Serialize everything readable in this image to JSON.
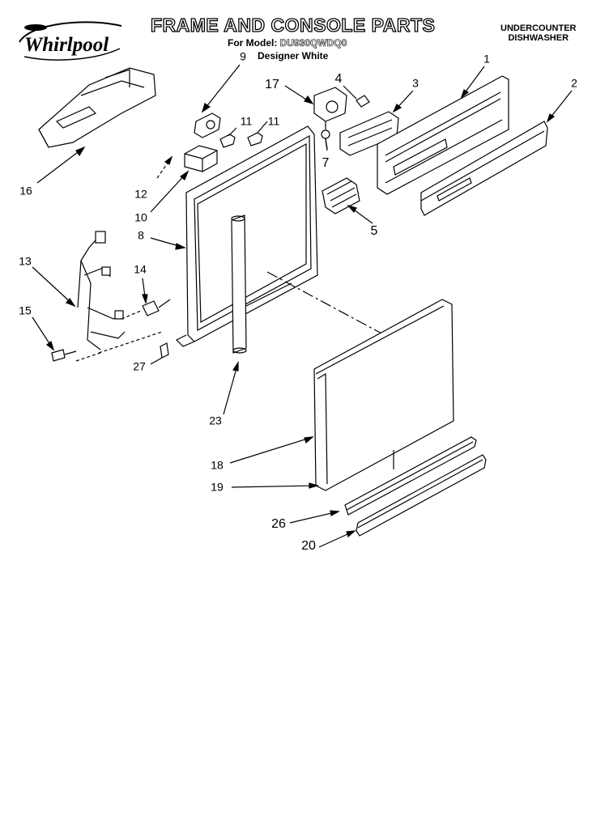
{
  "brand": {
    "name": "Whirlpool"
  },
  "header": {
    "title": "FRAME AND CONSOLE PARTS",
    "model_prefix": "For Model:",
    "model_number": "DU930QWDQ0",
    "finish": "Designer White",
    "product_line1": "UNDERCOUNTER",
    "product_line2": "DISHWASHER"
  },
  "callouts": {
    "c1": "1",
    "c2": "2",
    "c3": "3",
    "c4": "4",
    "c5": "5",
    "c7": "7",
    "c8": "8",
    "c9": "9",
    "c10": "10",
    "c11a": "11",
    "c11b": "11",
    "c12": "12",
    "c13": "13",
    "c14": "14",
    "c15": "15",
    "c16": "16",
    "c17": "17",
    "c18": "18",
    "c19": "19",
    "c20": "20",
    "c23": "23",
    "c26": "26",
    "c27": "27"
  },
  "icons": {
    "logo": "whirlpool-logo"
  }
}
